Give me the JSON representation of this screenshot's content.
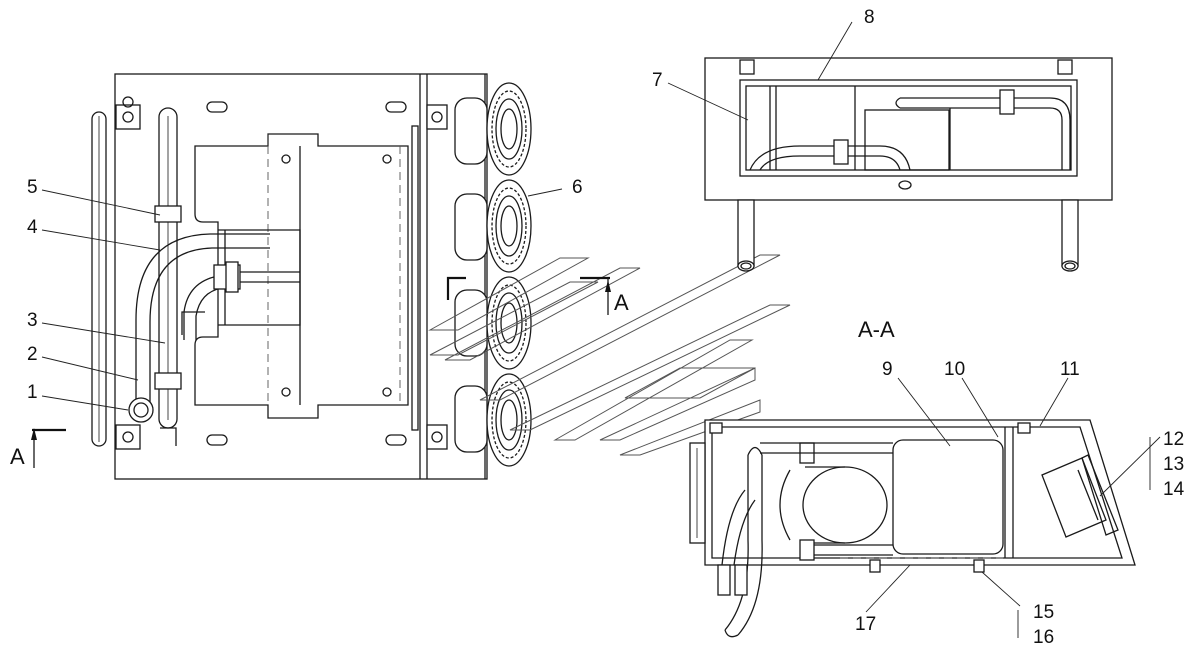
{
  "labels": {
    "n1": "1",
    "n2": "2",
    "n3": "3",
    "n4": "4",
    "n5": "5",
    "n6": "6",
    "n7": "7",
    "n8": "8",
    "n9": "9",
    "n10": "10",
    "n11": "11",
    "n12": "12",
    "n13": "13",
    "n14": "14",
    "n15": "15",
    "n16": "16",
    "n17": "17"
  },
  "section": {
    "title": "А-А",
    "marker_left": "А",
    "marker_right": "А"
  }
}
